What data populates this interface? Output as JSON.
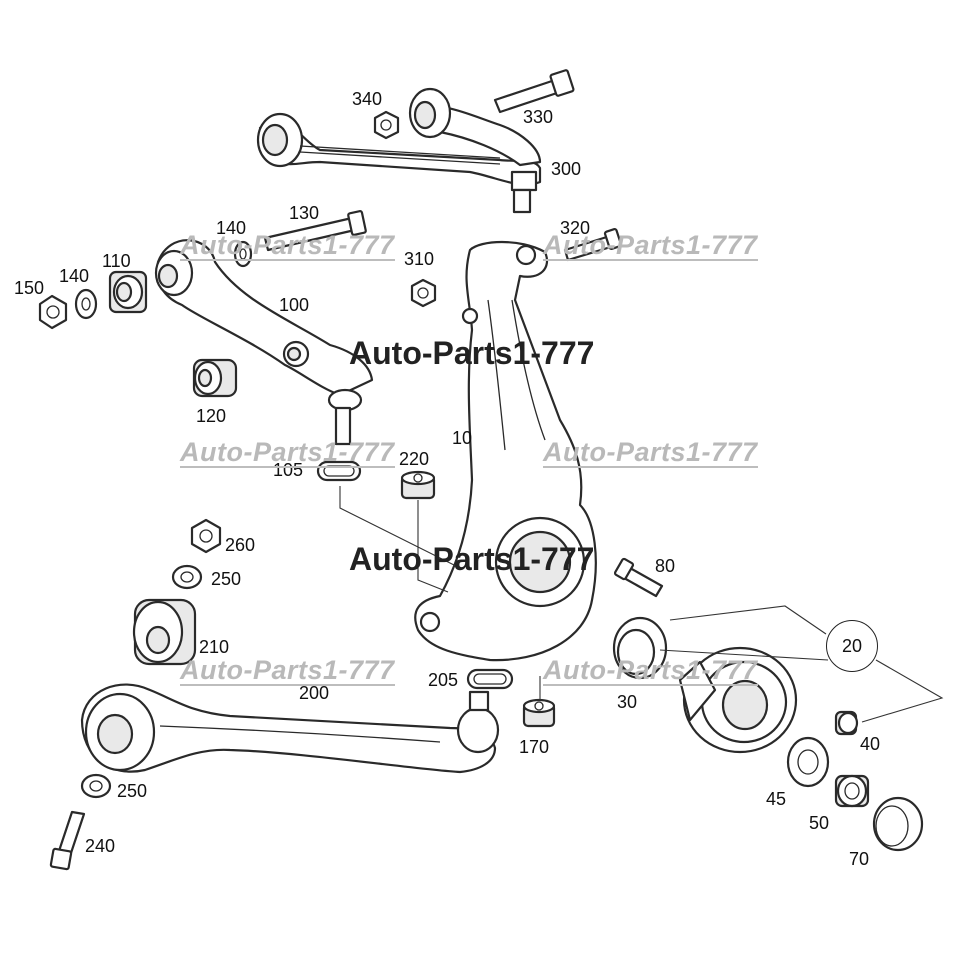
{
  "parts": {
    "p340": "340",
    "p330": "330",
    "p300": "300",
    "p140a": "140",
    "p130": "130",
    "p320": "320",
    "p150": "150",
    "p140b": "140",
    "p110": "110",
    "p310": "310",
    "p100": "100",
    "p120": "120",
    "p10": "10",
    "p105": "105",
    "p220": "220",
    "p260": "260",
    "p250a": "250",
    "p210": "210",
    "p80": "80",
    "p20": "20",
    "p30": "30",
    "p205": "205",
    "p200": "200",
    "p170": "170",
    "p40": "40",
    "p250b": "250",
    "p45": "45",
    "p240": "240",
    "p50": "50",
    "p70": "70"
  },
  "watermarks": {
    "wm1": "Auto-Parts1-777",
    "wm2": "Auto-Parts1-777",
    "wm3": "Auto-Parts1-777",
    "wm4": "Auto-Parts1-777",
    "wm5": "Auto-Parts1-777",
    "wm6": "Auto-Parts1-777",
    "wm_center1": "Auto-Parts1-777",
    "wm_center2": "Auto-Parts1-777"
  }
}
